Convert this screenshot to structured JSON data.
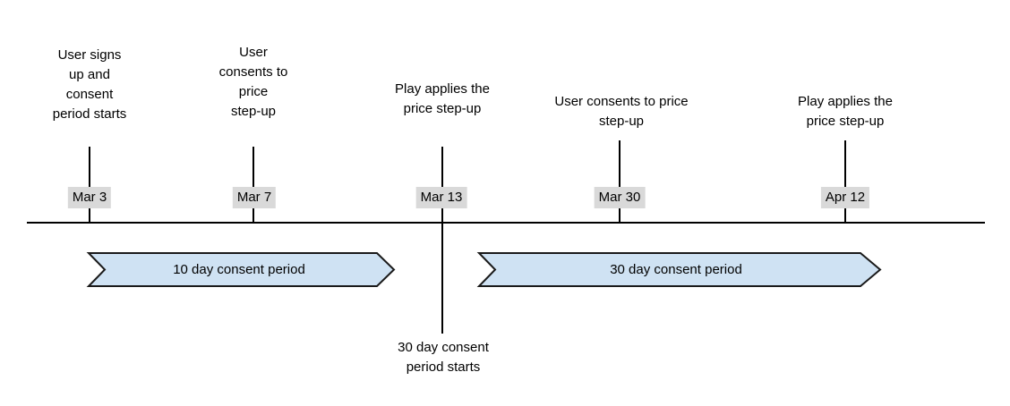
{
  "timeline": {
    "events": [
      {
        "label": "User signs\nup and\nconsent\nperiod starts",
        "date": "Mar 3"
      },
      {
        "label": "User\nconsents to\nprice\nstep-up",
        "date": "Mar 7"
      },
      {
        "label": "Play applies the\nprice step-up",
        "date": "Mar 13"
      },
      {
        "label": "User consents to price\nstep-up",
        "date": "Mar 30"
      },
      {
        "label": "Play applies the\nprice step-up",
        "date": "Apr 12"
      }
    ],
    "periods": [
      {
        "label": "10 day consent period"
      },
      {
        "label": "30 day consent period"
      }
    ],
    "note": "30 day consent\nperiod starts"
  },
  "colors": {
    "period_fill": "#cfe2f3",
    "period_border": "#1a1a1a",
    "date_label_bg": "#d9d9d9",
    "axis": "#000000",
    "text": "#000000"
  }
}
